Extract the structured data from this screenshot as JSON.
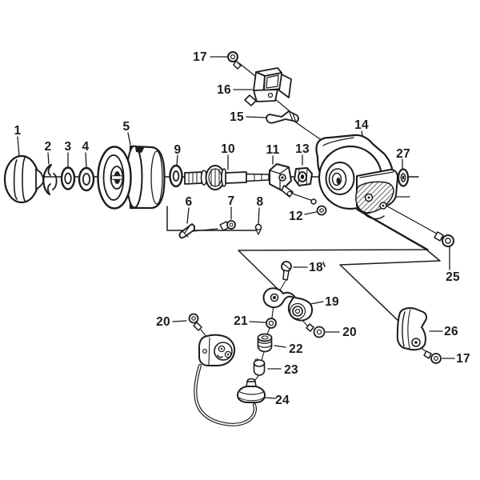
{
  "page": {
    "background_color": "#ffffff",
    "ink_color": "#1a1a1a",
    "diagram_type": "exploded-parts-diagram"
  },
  "diagram": {
    "part_labels": {
      "p1": "1",
      "p2": "2",
      "p3": "3",
      "p4": "4",
      "p5": "5",
      "p6": "6",
      "p7": "7",
      "p8": "8",
      "p9": "9",
      "p10": "10",
      "p11": "11",
      "p12": "12",
      "p13": "13",
      "p14": "14",
      "p15": "15",
      "p16": "16",
      "p17_top": "17",
      "p17_bottom": "17",
      "p18": "18",
      "p19": "19",
      "p20_left": "20",
      "p20_right": "20",
      "p21": "21",
      "p22": "22",
      "p23": "23",
      "p24": "24",
      "p25": "25",
      "p26": "26",
      "p27": "27"
    }
  }
}
